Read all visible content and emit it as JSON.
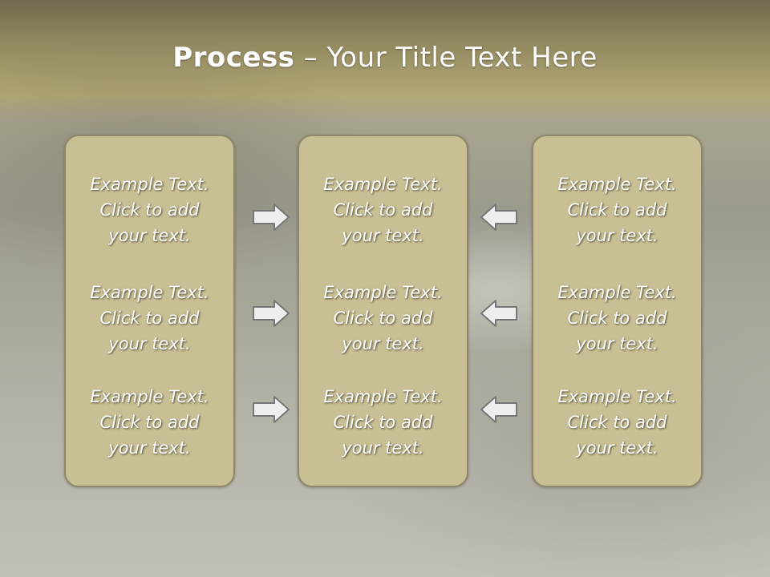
{
  "title": {
    "bold": "Process",
    "rest": " – Your Title Text Here"
  },
  "panels": [
    {
      "blocks": [
        [
          "Example Text.",
          "Click  to add",
          "your text."
        ],
        [
          "Example Text.",
          "Click  to add",
          "your text."
        ],
        [
          "Example Text.",
          "Click  to add",
          "your text."
        ]
      ]
    },
    {
      "blocks": [
        [
          "Example Text.",
          "Click  to add",
          "your text."
        ],
        [
          "Example Text.",
          "Click  to add",
          "your text."
        ],
        [
          "Example Text.",
          "Click  to add",
          "your text."
        ]
      ]
    },
    {
      "blocks": [
        [
          "Example Text.",
          "Click  to add",
          "your text."
        ],
        [
          "Example Text.",
          "Click  to add",
          "your text."
        ],
        [
          "Example Text.",
          "Click  to add",
          "your text."
        ]
      ]
    }
  ],
  "arrows": {
    "left_group": [
      "arrow-right-icon",
      "arrow-right-icon",
      "arrow-right-icon"
    ],
    "right_group": [
      "arrow-left-icon",
      "arrow-left-icon",
      "arrow-left-icon"
    ]
  },
  "colors": {
    "panel_fill": "#c9bf95",
    "panel_border": "#8f8766",
    "title_text": "#ffffff",
    "arrow_fill": "#eeeeee",
    "arrow_stroke": "#777777"
  }
}
